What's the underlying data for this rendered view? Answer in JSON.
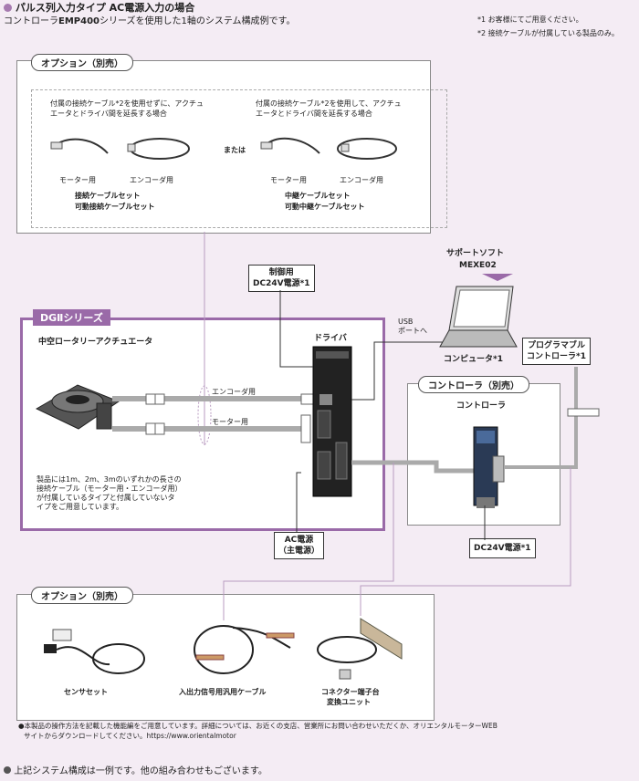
{
  "header": {
    "title": "パルス列入力タイプ AC電源入力の場合",
    "subtitle_pre": "コントローラ",
    "subtitle_bold": "EMP400",
    "subtitle_post": "シリーズを使用した1軸のシステム構成例です。",
    "note1": "*1 お客様にてご用意ください。",
    "note2": "*2 接続ケーブルが付属している製品のみ。"
  },
  "option_top": {
    "tab": "オプション（別売）",
    "left_desc_1": "付属の接続ケーブル*2を使用せずに、アクチュ",
    "left_desc_2": "エータとドライバ間を延長する場合",
    "right_desc_1": "付属の接続ケーブル*2を使用して、アクチュ",
    "right_desc_2": "エータとドライバ間を延長する場合",
    "motor_label_left": "モーター用",
    "encoder_label_left": "エンコーダ用",
    "or_label": "または",
    "motor_label_right": "モーター用",
    "encoder_label_right": "エンコーダ用",
    "left_set_1": "接続ケーブルセット",
    "left_set_2": "可動接続ケーブルセット",
    "right_set_1": "中継ケーブルセット",
    "right_set_2": "可動中継ケーブルセット"
  },
  "power_control": {
    "line1": "制御用",
    "line2": "DC24V電源*1"
  },
  "support_soft": {
    "line1": "サポートソフト",
    "line2": "MEXE02"
  },
  "computer_label": "コンピュータ*1",
  "usb_label_1": "USB",
  "usb_label_2": "ポートへ",
  "prog_ctrl": {
    "line1": "プログラマブル",
    "line2": "コントローラ*1"
  },
  "dg_series": {
    "tab": "DGⅡシリーズ",
    "actuator_title": "中空ロータリーアクチュエータ",
    "driver_title": "ドライバ",
    "encoder_cable": "エンコーダ用",
    "motor_cable": "モーター用",
    "note_1": "製品には1m、2m、3mのいずれかの長さの",
    "note_2": "接続ケーブル（モーター用・エンコーダ用）",
    "note_3": "が付属しているタイプと付属していないタ",
    "note_4": "イプをご用意しています。"
  },
  "controller": {
    "tab": "コントローラ（別売）",
    "title": "コントローラ"
  },
  "ac_power": {
    "line1": "AC電源",
    "line2": "（主電源）"
  },
  "dc_power": "DC24V電源*1",
  "option_bottom": {
    "tab": "オプション（別売）",
    "item1": "センサセット",
    "item2": "入出力信号用汎用ケーブル",
    "item3_1": "コネクター端子台",
    "item3_2": "変換ユニット"
  },
  "footnote_1": "●本製品の操作方法を記載した機能編をご用意しています。詳細については、お近くの支店、営業所にお問い合わせいただくか、オリエンタルモーターWEB",
  "footnote_2": "サイトからダウンロードしてください。https://www.orientalmotor",
  "bottom_note": "上記システム構成は一例です。他の組み合わせもございます。",
  "colors": {
    "accent": "#a77bb0",
    "frame": "#9a6aa8",
    "line": "#999999"
  }
}
